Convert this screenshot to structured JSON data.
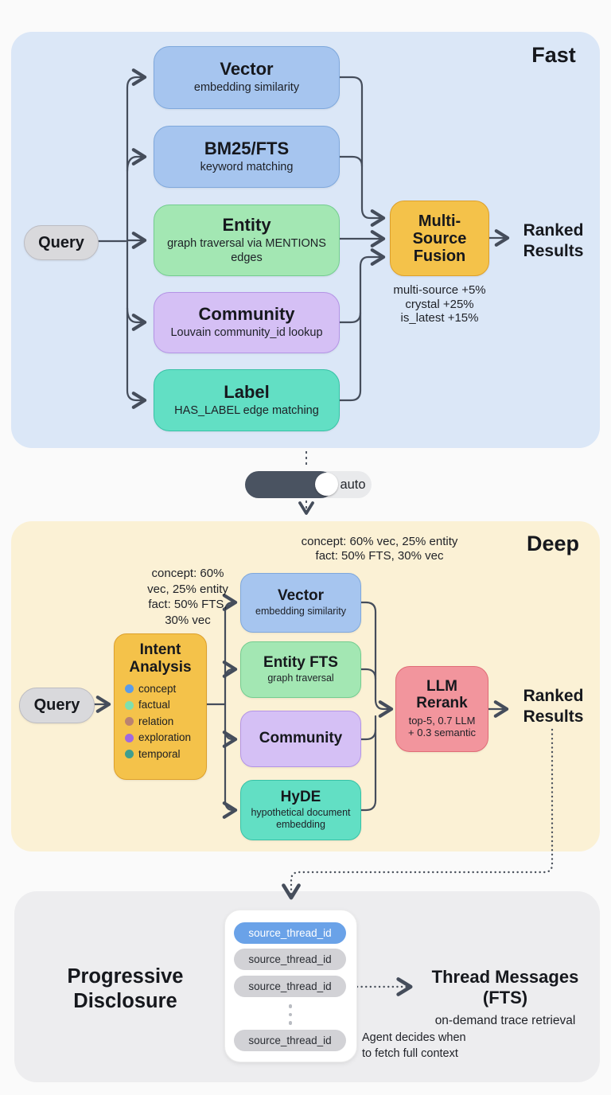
{
  "fast": {
    "section_label": "Fast",
    "query_label": "Query",
    "nodes": [
      {
        "title": "Vector",
        "subtitle": "embedding similarity"
      },
      {
        "title": "BM25/FTS",
        "subtitle": "keyword matching"
      },
      {
        "title": "Entity",
        "subtitle": "graph traversal via MENTIONS edges"
      },
      {
        "title": "Community",
        "subtitle": "Louvain community_id lookup"
      },
      {
        "title": "Label",
        "subtitle": "HAS_LABEL edge matching"
      }
    ],
    "fusion": {
      "line1": "Multi-",
      "line2": "Source",
      "line3": "Fusion"
    },
    "fusion_weights": {
      "line1": "multi-source +5%",
      "line2": "crystal +25%",
      "line3": "is_latest +15%"
    },
    "result": {
      "line1": "Ranked",
      "line2": "Results"
    }
  },
  "toggle": {
    "label": "auto"
  },
  "deep": {
    "section_label": "Deep",
    "query_label": "Query",
    "annotation_top": {
      "line1": "concept: 60% vec, 25% entity",
      "line2": "fact: 50% FTS, 30% vec"
    },
    "annotation_left": {
      "line1": "concept: 60%",
      "line2": "vec, 25% entity",
      "line3": "fact: 50% FTS,",
      "line4": "30% vec"
    },
    "intent": {
      "title_line1": "Intent",
      "title_line2": "Analysis",
      "items": [
        {
          "label": "concept",
          "color": "#5b9ce8"
        },
        {
          "label": "factual",
          "color": "#7fe0ae"
        },
        {
          "label": "relation",
          "color": "#bb8270"
        },
        {
          "label": "exploration",
          "color": "#a069e0"
        },
        {
          "label": "temporal",
          "color": "#3f9e8f"
        }
      ]
    },
    "nodes": [
      {
        "title": "Vector",
        "subtitle": "embedding similarity"
      },
      {
        "title": "Entity FTS",
        "subtitle": "graph traversal"
      },
      {
        "title": "Community",
        "subtitle": ""
      },
      {
        "title": "HyDE",
        "subtitle": "hypothetical document embedding"
      }
    ],
    "rerank": {
      "line1": "LLM",
      "line2": "Rerank",
      "sub1": "top-5, 0.7 LLM",
      "sub2": "+ 0.3 semantic"
    },
    "result": {
      "line1": "Ranked",
      "line2": "Results"
    }
  },
  "disclosure": {
    "title": {
      "line1": "Progressive",
      "line2": "Disclosure"
    },
    "pills": [
      "source_thread_id",
      "source_thread_id",
      "source_thread_id",
      "source_thread_id"
    ],
    "thread": {
      "title_line1": "Thread Messages",
      "title_line2": "(FTS)",
      "subtitle": "on-demand trace retrieval"
    },
    "note": {
      "line1": "Agent decides when",
      "line2": "to fetch full context"
    }
  },
  "colors": {
    "page_bg": "#fafafa",
    "fast_panel": "#dbe7f7",
    "deep_panel": "#fbf1d5",
    "bottom_panel": "#ededef",
    "node_blue": "#a6c5ef",
    "node_green": "#a3e7b3",
    "node_purple": "#d5c0f5",
    "node_teal": "#62dfc4",
    "node_yellow": "#f4c24a",
    "node_pink": "#f2959d",
    "query_gray": "#d9d9dc",
    "pill_blue": "#6aa2e8",
    "pill_gray": "#d2d2d6",
    "arrow": "#454d5b",
    "toggle_dark": "#4a5361"
  }
}
